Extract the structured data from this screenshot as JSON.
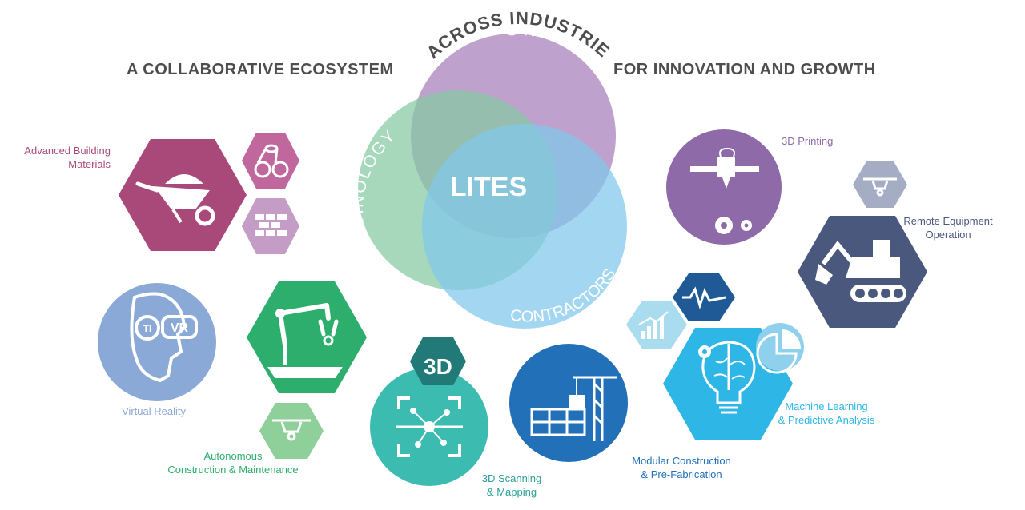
{
  "header": {
    "left": "A COLLABORATIVE ECOSYSTEM",
    "top": "ACROSS INDUSTRIES",
    "right": "FOR INNOVATION AND GROWTH"
  },
  "venn": {
    "center": "LITES",
    "owners": "OWNERS",
    "technology": "TECHNOLOGY",
    "contractors": "CONTRACTORS"
  },
  "badges": {
    "three_d": "3D",
    "vr": "VR",
    "visor_mark": "TI"
  },
  "labels": {
    "advanced_materials": [
      "Advanced Building",
      "Materials"
    ],
    "virtual_reality": "Virtual Reality",
    "autonomous": [
      "Autonomous",
      "Construction & Maintenance"
    ],
    "scanning": [
      "3D Scanning",
      "& Mapping"
    ],
    "modular": [
      "Modular Construction",
      "& Pre-Fabrication"
    ],
    "printing": "3D Printing",
    "remote": [
      "Remote Equipment",
      "Operation"
    ],
    "ml": [
      "Machine Learning",
      "& Predictive Analysis"
    ]
  },
  "colors": {
    "magenta": "#a8497a",
    "lavender": "#c49cc6",
    "purple": "#8e6aa8",
    "green": "#2eae6c",
    "light_green": "#8ecf9a",
    "blue_gray": "#8ba9d6",
    "teal": "#3cbcb0",
    "dark_teal": "#227a78",
    "blue": "#2270b8",
    "navy": "#1f5a96",
    "cyan": "#2eb6e6",
    "light_cyan": "#8fd0ec",
    "slate": "#4a587e",
    "gray_blue": "#a5adc4"
  },
  "icons": [
    "wheelbarrow-icon",
    "pipes-icon",
    "bricks-icon",
    "vr-headset-icon",
    "robot-arm-icon",
    "drone-icon",
    "scan-network-icon",
    "modular-crane-icon",
    "3d-printer-icon",
    "excavator-icon",
    "waveform-icon",
    "growth-chart-icon",
    "pie-chart-icon",
    "brain-bulb-icon"
  ]
}
